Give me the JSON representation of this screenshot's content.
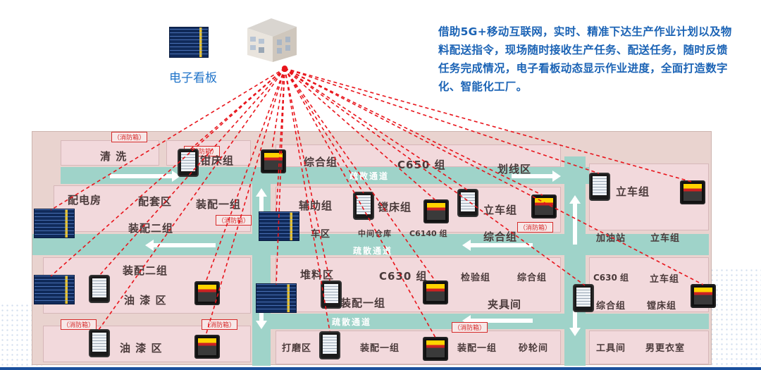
{
  "hq": {
    "board_label": "电子看板"
  },
  "description": "借助5G+移动互联网，实时、精准下达生产作业计划以及物料配送指令，现场随时接收生产任务、配送任务，随时反馈任务完成情况，电子看板动态显示作业进度，全面打造数字化、智能化工厂。",
  "floor": {
    "route_label": "疏散通道",
    "fire_label": "（消防箱）",
    "zones": {
      "qingxi": "清  洗",
      "qianchuang": "钳床组",
      "zonghe1": "综合组",
      "c650": "C650 组",
      "huaxian": "划线区",
      "peidian": "配电房",
      "peitao": "配套区",
      "zhuangpei1_a": "装配一组",
      "zhuangpei2_a": "装配二组",
      "fuzhu": "辅助组",
      "tangchuang1": "镗床组",
      "lichuang1": "立车组",
      "lichuang_top": "立车组",
      "chequ": "车区",
      "zhongjian": "中间仓库",
      "c6140": "C6140 组",
      "zonghe2": "综合组",
      "jiayou": "加油站",
      "lichuang2": "立车组",
      "zhuangpei2_b": "装配二组",
      "youqi1": "油  漆  区",
      "duiliao": "堆料区",
      "c630": "C630 组",
      "jianyan": "检验组",
      "zonghe3": "综合组",
      "c630b": "C630 组",
      "lichuang3": "立车组",
      "zonghe4": "综合组",
      "tangchuang2": "镗床组",
      "zhuangpei1_b": "装配一组",
      "jiaju": "夹具间",
      "youqi2": "油  漆  区",
      "damo": "打磨区",
      "zhuangpei1_c": "装配一组",
      "zhuangpei1_d": "装配一组",
      "shalun": "砂轮间",
      "gongju": "工具间",
      "nangeng": "男更衣室"
    }
  },
  "colors": {
    "link": "#e8141b",
    "text_blue": "#1b63b5",
    "lane": "#9fd3c9"
  }
}
